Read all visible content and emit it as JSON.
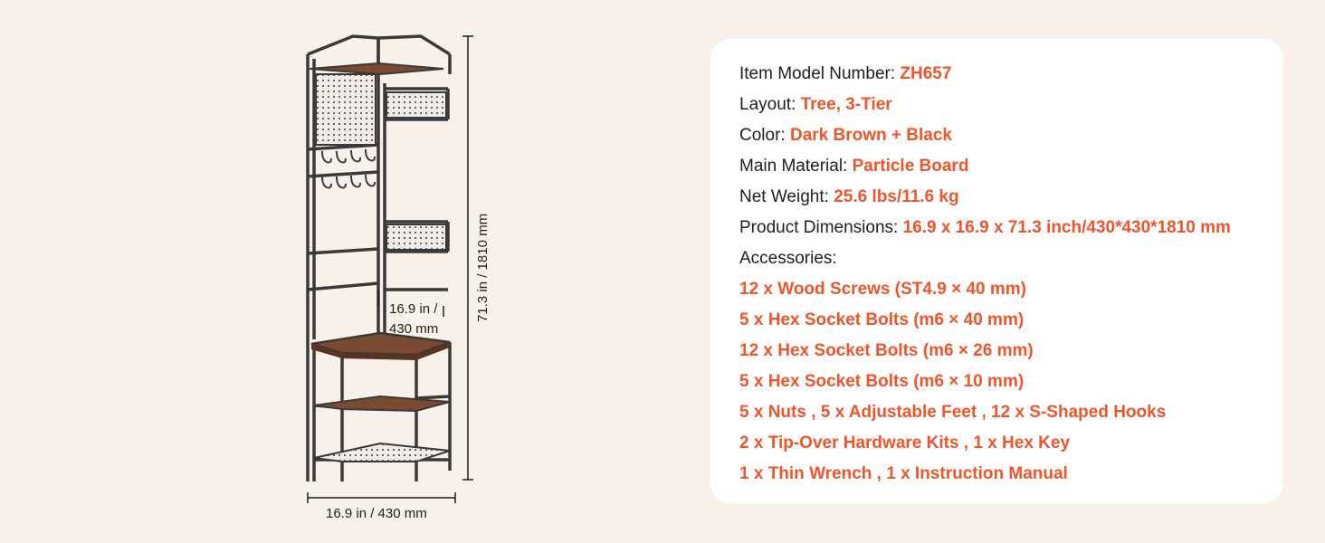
{
  "product": {
    "dimensions_labels": {
      "height": "71.3 in / 1810 mm",
      "depth": "16.9 in /\n430 mm",
      "depth_line1": "16.9 in /",
      "depth_line2": "430 mm",
      "width": "16.9 in / 430 mm"
    }
  },
  "specs": {
    "model": {
      "label": "Item Model Number:",
      "value": "ZH657"
    },
    "layout": {
      "label": "Layout:",
      "value": "Tree, 3-Tier"
    },
    "color": {
      "label": "Color:",
      "value": "Dark Brown + Black"
    },
    "material": {
      "label": "Main Material:",
      "value": "Particle Board"
    },
    "weight": {
      "label": "Net Weight:",
      "value": "25.6 lbs/11.6 kg"
    },
    "dimensions": {
      "label": "Product Dimensions:",
      "value": "16.9 x 16.9 x 71.3 inch/430*430*1810 mm"
    },
    "accessories_label": "Accessories:",
    "accessories": [
      "12 x Wood Screws (ST4.9 × 40 mm)",
      "5 x Hex Socket Bolts (m6 × 40 mm)",
      "12 x Hex Socket Bolts (m6 × 26 mm)",
      "5 x Hex Socket Bolts (m6 × 10 mm)",
      "5 x Nuts , 5 x Adjustable Feet , 12 x S-Shaped Hooks",
      "2 x Tip-Over Hardware Kits , 1 x Hex Key",
      "1 x Thin Wrench , 1 x Instruction Manual"
    ]
  },
  "colors": {
    "background": "#f8f1ea",
    "card": "#ffffff",
    "accent": "#f0552a",
    "text": "#1e1e1e",
    "wood": "#7a4a33",
    "frame": "#3a3a3a"
  }
}
